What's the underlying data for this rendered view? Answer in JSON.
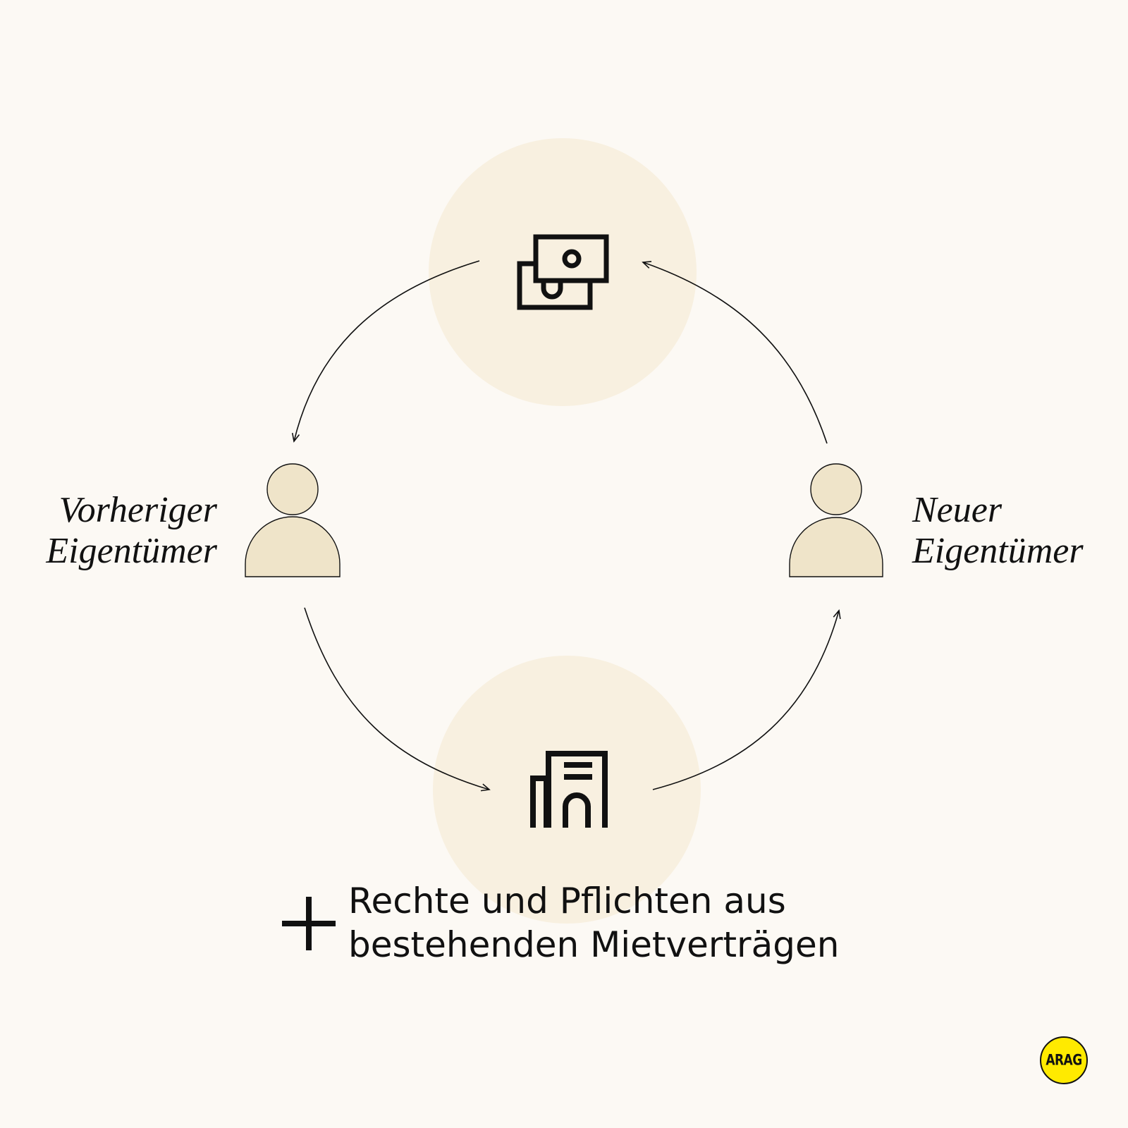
{
  "colors": {
    "background": "#fcf9f4",
    "circle_fill": "#f8f0e0",
    "person_fill": "#efe4c9",
    "ink": "#111111",
    "logo_yellow": "#ffea00"
  },
  "nodes": {
    "money": {
      "icon": "banknotes-icon"
    },
    "property": {
      "icon": "building-icon"
    },
    "previous_owner": {
      "icon": "person-icon",
      "label_line1": "Vorheriger",
      "label_line2": "Eigentümer"
    },
    "new_owner": {
      "icon": "person-icon",
      "label_line1": "Neuer",
      "label_line2": "Eigentümer"
    }
  },
  "flows": [
    {
      "from": "money",
      "to": "previous_owner"
    },
    {
      "from": "previous_owner",
      "to": "property"
    },
    {
      "from": "property",
      "to": "new_owner"
    },
    {
      "from": "new_owner",
      "to": "money"
    }
  ],
  "caption": {
    "icon": "plus-icon",
    "line1": "Rechte und Pflichten aus",
    "line2": "bestehenden Mietverträgen"
  },
  "logo": {
    "text": "ARAG"
  }
}
